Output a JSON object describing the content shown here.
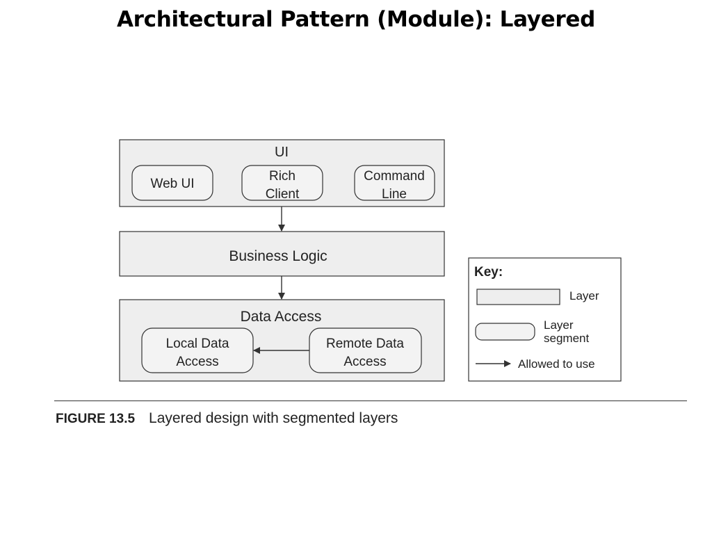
{
  "slide": {
    "title": "Architectural Pattern (Module): Layered"
  },
  "diagram": {
    "layers": {
      "ui": {
        "label": "UI",
        "segments": {
          "web_ui": [
            "Web UI"
          ],
          "rich_client": [
            "Rich",
            "Client"
          ],
          "command_line": [
            "Command",
            "Line"
          ]
        }
      },
      "business_logic": {
        "label": "Business Logic"
      },
      "data_access": {
        "label": "Data Access",
        "segments": {
          "local": [
            "Local Data",
            "Access"
          ],
          "remote": [
            "Remote Data",
            "Access"
          ]
        }
      }
    },
    "key": {
      "title": "Key:",
      "layer_label": "Layer",
      "segment_label": [
        "Layer",
        "segment"
      ],
      "arrow_label": "Allowed to use"
    }
  },
  "figure": {
    "number": "FIGURE 13.5",
    "caption": "Layered design with segmented layers"
  },
  "colors": {
    "layer_fill": "#eeeeee",
    "segment_fill": "#f3f3f3",
    "stroke": "#333333",
    "text": "#222222"
  }
}
